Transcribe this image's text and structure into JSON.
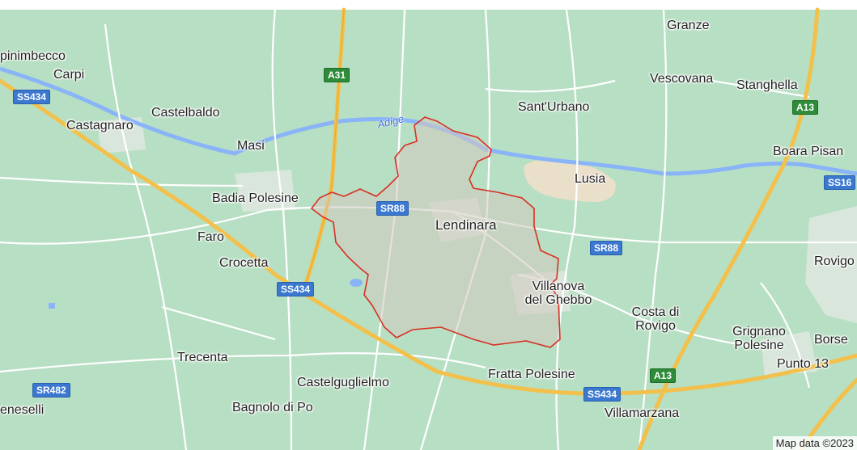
{
  "map": {
    "colors": {
      "land": "#b7dfc3",
      "water": "#8ab4f8",
      "boundary": "#d93025",
      "highway": "#f5c542",
      "road": "#ffffff",
      "urban": "#dbe5dc",
      "sand": "#eadfc8"
    },
    "places": {
      "granze": "Granze",
      "vescovana": "Vescovana",
      "stanghella": "Stanghella",
      "santurbano": "Sant'Urbano",
      "boara": "Boara Pisan",
      "lusia": "Lusia",
      "lendinara": "Lendinara",
      "rovigo": "Rovigo",
      "villanova": "Villanova\ndel Ghebbo",
      "costa": "Costa di\nRovigo",
      "grignano": "Grignano\nPolesine",
      "borse": "Borse",
      "punto13": "Punto 13",
      "fratta": "Fratta Polesine",
      "villamarzana": "Villamarzana",
      "castelguglielmo": "Castelguglielmo",
      "bagnolo": "Bagnolo di Po",
      "trecenta": "Trecenta",
      "eneselli": "eneselli",
      "crocetta": "Crocetta",
      "faro": "Faro",
      "badia": "Badia Polesine",
      "masi": "Masi",
      "castelbaldo": "Castelbaldo",
      "castagnaro": "Castagnaro",
      "carpi": "Carpi",
      "pinimbecco": "pinimbecco"
    },
    "roads": {
      "ss434_nw": "SS434",
      "a31": "A31",
      "a13_ne": "A13",
      "ss16": "SS16",
      "sr88_w": "SR88",
      "sr88_e": "SR88",
      "ss434_c": "SS434",
      "sr482": "SR482",
      "a13_s": "A13",
      "ss434_s": "SS434"
    },
    "river": "Adige",
    "attribution": "Map data ©2023"
  }
}
